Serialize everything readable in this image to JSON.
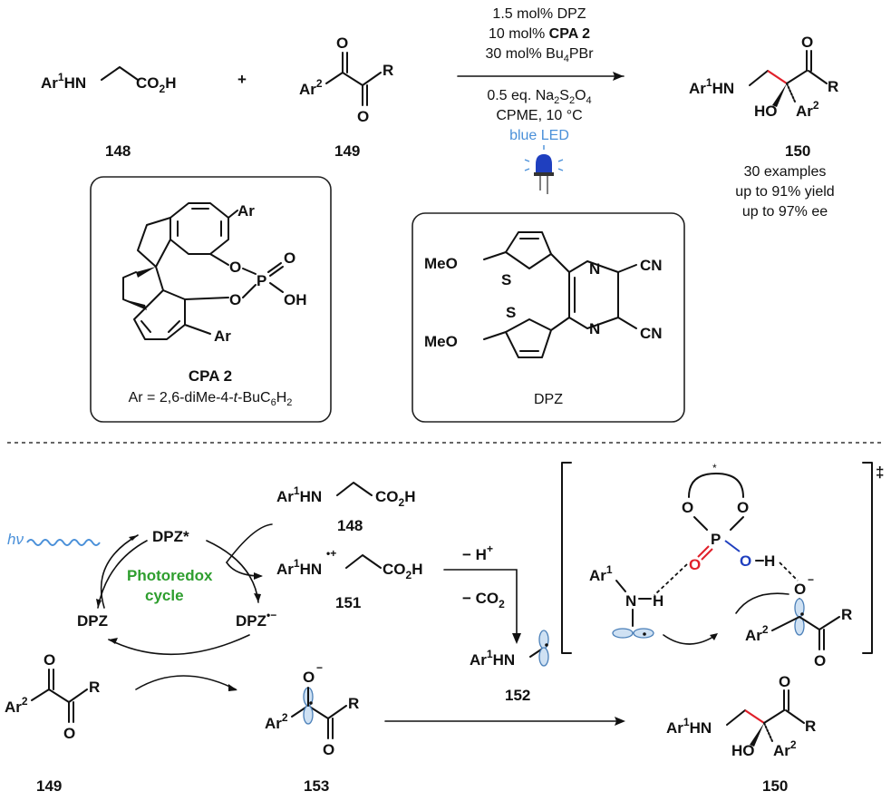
{
  "reaction": {
    "reagent1": {
      "ar": "Ar",
      "sup": "1",
      "rest": "HN",
      "acid": "CO",
      "acid_sub": "2",
      "acid_end": "H"
    },
    "plus": "+",
    "reagent2": {
      "ar": "Ar",
      "sup": "2",
      "r": "R",
      "o": "O"
    },
    "labels": {
      "c148": "148",
      "c149": "149",
      "c150": "150"
    },
    "conditions": {
      "line1": "1.5 mol% DPZ",
      "line2_pre": "10 mol% ",
      "line2_bold": "CPA 2",
      "line3": "30 mol% Bu",
      "line3_sub": "4",
      "line3_end": "PBr",
      "line4_pre": "0.5 eq. Na",
      "line4_s1": "2",
      "line4_mid": "S",
      "line4_s2": "2",
      "line4_mid2": "O",
      "line4_s3": "4",
      "line5": "CPME, 10 °C",
      "line6": "blue LED"
    },
    "product": {
      "ar1": "Ar",
      "sup1": "1",
      "hn": "HN",
      "ho": "HO",
      "ar2": "Ar",
      "sup2": "2",
      "r": "R",
      "o": "O"
    },
    "results": {
      "line1": "30 examples",
      "line2": "up to 91% yield",
      "line3": "up to 97% ee"
    }
  },
  "cpa_box": {
    "ar": "Ar",
    "o": "O",
    "p": "P",
    "oh": "OH",
    "title": "CPA 2",
    "caption_pre": "Ar = 2,6-diMe-4-",
    "caption_it": "t",
    "caption_mid": "-BuC",
    "caption_s1": "6",
    "caption_h": "H",
    "caption_s2": "2"
  },
  "dpz_box": {
    "meo": "MeO",
    "s": "S",
    "n": "N",
    "cn": "CN",
    "title": "DPZ"
  },
  "mechanism": {
    "hv": "hν",
    "dpz_star": "DPZ*",
    "dpz": "DPZ",
    "dpz_anion": "DPZ",
    "dpz_anion_sup": "•−",
    "cycle_line1": "Photoredox",
    "cycle_line2": "cycle",
    "cycle_color": "#2e9e2e",
    "m148": "148",
    "m151": "151",
    "m152": "152",
    "m153": "153",
    "m149": "149",
    "m150": "150",
    "minus_h": "− H",
    "minus_h_sup": "+",
    "minus_co2": "− CO",
    "minus_co2_sub": "2",
    "radical_cation": "•+",
    "o_minus": "−",
    "ts_symbol": "‡",
    "star": "*",
    "h": "H"
  },
  "colors": {
    "red": "#e0202a",
    "blue": "#1f3fbf",
    "light_blue": "#4a90d9",
    "green": "#2e9e2e"
  }
}
